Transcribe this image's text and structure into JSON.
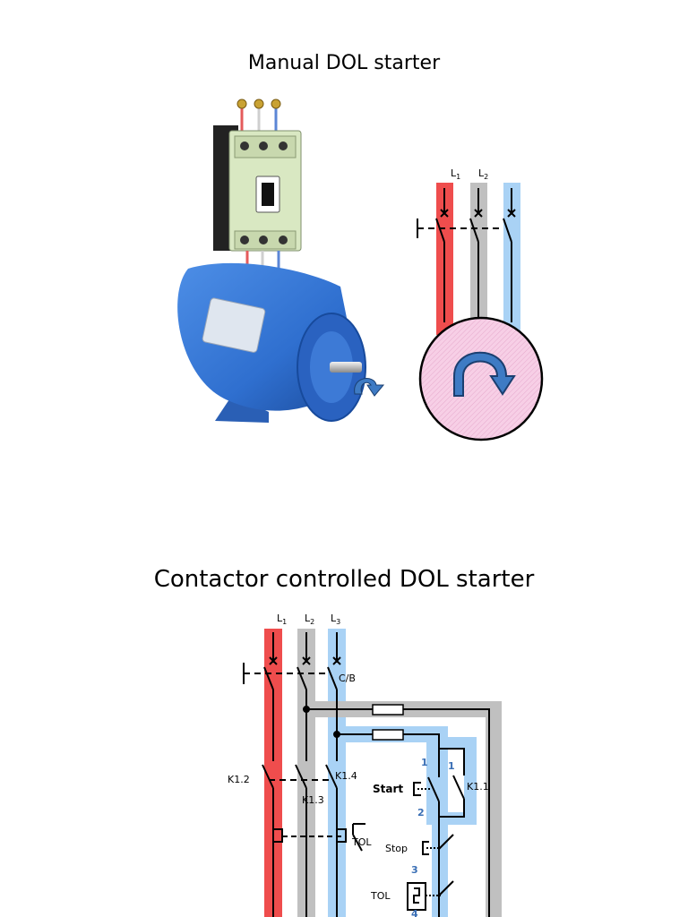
{
  "section_manual": {
    "title": "Manual DOL starter",
    "line_labels": [
      {
        "base": "L",
        "sub": "1"
      },
      {
        "base": "L",
        "sub": "2"
      }
    ]
  },
  "section_contactor": {
    "title": "Contactor controlled DOL starter",
    "line_labels": [
      {
        "base": "L",
        "sub": "1"
      },
      {
        "base": "L",
        "sub": "2"
      },
      {
        "base": "L",
        "sub": "3"
      }
    ],
    "breaker_label": "C/B",
    "contact_labels": {
      "k12": "K1.2",
      "k13": "K1.3",
      "k14": "K1.4",
      "k11": "K1.1"
    },
    "overload_label": "TOL",
    "start_label": "Start",
    "stop_label": "Stop",
    "tol_control_label": "TOL",
    "terminal_numbers": [
      "1",
      "2",
      "3",
      "4"
    ],
    "k11_terminal": "1"
  },
  "colors": {
    "phase1": "#ef4d4d",
    "phase2": "#c0c0c0",
    "phase3": "#a9d2f5",
    "motor_fill": "#f7cfe6",
    "rotation_arrow": "#3e7bc4",
    "motor_body": "#2f6fcf",
    "breaker_body": "#d9e8c2",
    "number_color": "#3a6fb5"
  }
}
